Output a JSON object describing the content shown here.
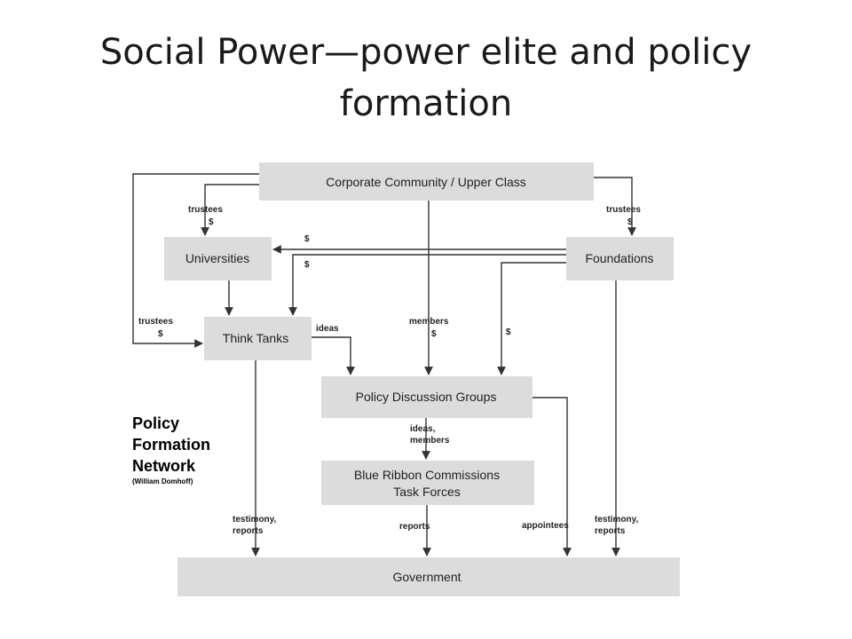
{
  "title": {
    "line1": "Social Power—power elite and policy",
    "line2": "formation"
  },
  "nodes": {
    "corporate": "Corporate Community / Upper Class",
    "universities": "Universities",
    "foundations": "Foundations",
    "think_tanks": "Think Tanks",
    "policy_groups": "Policy Discussion Groups",
    "blue_ribbon_line1": "Blue Ribbon Commissions",
    "blue_ribbon_line2": "Task Forces",
    "government": "Government"
  },
  "edges": {
    "trustees": "trustees",
    "dollar": "$",
    "ideas": "ideas",
    "members": "members",
    "ideas_comma": "ideas,",
    "members_lower": "members",
    "testimony": "testimony,",
    "reports": "reports",
    "appointees": "appointees"
  },
  "network_label": {
    "line1": "Policy",
    "line2": "Formation",
    "line3": "Network",
    "credit": "(William Domhoff)"
  },
  "colors": {
    "box_fill": "#dcdcdc",
    "line": "#333333"
  }
}
